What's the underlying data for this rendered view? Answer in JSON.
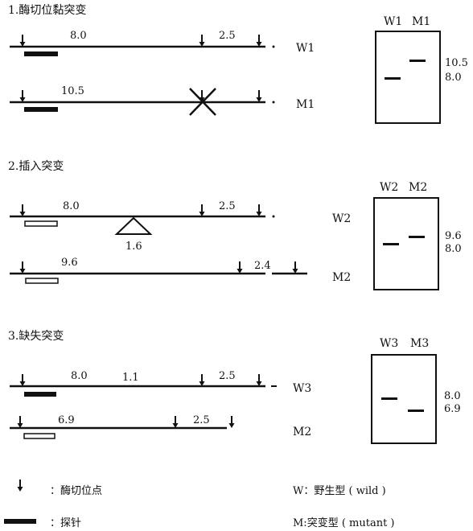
{
  "sections": [
    {
      "title": "1.酶切位黏突变",
      "rows": [
        {
          "label": "W1",
          "segments": [
            "8.0",
            "2.5"
          ]
        },
        {
          "label": "M1",
          "segments": [
            "10.5"
          ]
        }
      ],
      "gel": {
        "lanes": [
          "W1",
          "M1"
        ],
        "sizes": [
          "10.5",
          "8.0"
        ]
      }
    },
    {
      "title": "2.插入突变",
      "rows": [
        {
          "label": "W2",
          "segments": [
            "8.0",
            "2.5"
          ],
          "insert": "1.6"
        },
        {
          "label": "M2",
          "segments": [
            "9.6",
            "2.4"
          ]
        }
      ],
      "gel": {
        "lanes": [
          "W2",
          "M2"
        ],
        "sizes": [
          "9.6",
          "8.0"
        ]
      }
    },
    {
      "title": "3.缺失突变",
      "rows": [
        {
          "label": "W3",
          "segments": [
            "8.0",
            "1.1",
            "2.5"
          ]
        },
        {
          "label": "M2",
          "segments": [
            "6.9",
            "2.5"
          ]
        }
      ],
      "gel": {
        "lanes": [
          "W3",
          "M3"
        ],
        "sizes": [
          "8.0",
          "6.9"
        ]
      }
    }
  ],
  "legend": {
    "site_label": "：酶切位点",
    "probe_label": "：探针",
    "w_label": "W：野生型 ( wild )",
    "m_label": "M:突变型 ( mutant )"
  }
}
